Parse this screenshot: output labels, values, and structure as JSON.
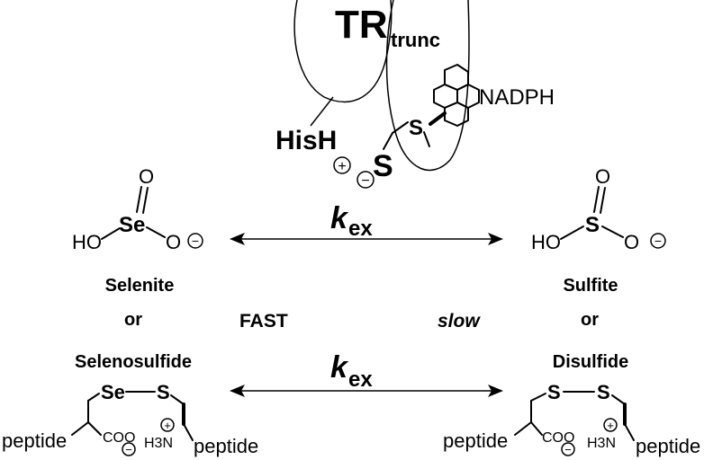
{
  "enzyme": {
    "tr_label": "TR",
    "tr_subscript": "trunc",
    "his_label": "HisH",
    "plus_charge": "+",
    "minus_charge": "−",
    "thiolate_label": "S",
    "sulfur_label": "S",
    "nadph_label": "NADPH"
  },
  "reaction_top": {
    "rate_symbol": "k",
    "rate_subscript": "ex",
    "left": {
      "se_label": "Se",
      "o_top": "O",
      "ho_label": "HO",
      "o_minus": "O",
      "charge": "−",
      "name": "Selenite"
    },
    "right": {
      "s_label": "S",
      "o_top": "O",
      "ho_label": "HO",
      "o_minus": "O",
      "charge": "−",
      "name": "Sulfite"
    }
  },
  "middle": {
    "or_left": "or",
    "or_right": "or",
    "fast_label": "FAST",
    "slow_label": "slow"
  },
  "reaction_bottom": {
    "rate_symbol": "k",
    "rate_subscript": "ex",
    "left": {
      "name": "Selenosulfide",
      "atom1": "Se",
      "atom2": "S",
      "peptide_left": "peptide",
      "peptide_right": "peptide",
      "coo_label": "COO",
      "h3n_label": "H3N",
      "coo_charge": "−",
      "nh_charge": "+"
    },
    "right": {
      "name": "Disulfide",
      "atom1": "S",
      "atom2": "S",
      "peptide_left": "peptide",
      "peptide_right": "peptide",
      "coo_label": "COO",
      "h3n_label": "H3N",
      "coo_charge": "−",
      "nh_charge": "+"
    }
  }
}
